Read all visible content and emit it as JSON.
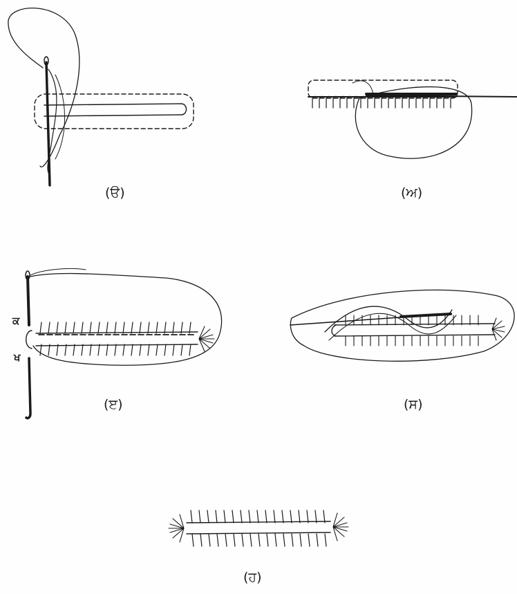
{
  "figure": {
    "colors": {
      "ink": "#1a1a1a",
      "paper": "#fefefe"
    },
    "panels": [
      {
        "id": "u",
        "label": "(ੳ)"
      },
      {
        "id": "a",
        "label": "(ਅ)"
      },
      {
        "id": "e",
        "label": "(ੲ)",
        "side_marks": [
          "ਕ",
          "ਖ"
        ]
      },
      {
        "id": "s",
        "label": "(ਸ)"
      },
      {
        "id": "h",
        "label": "(ਹ)"
      }
    ]
  }
}
